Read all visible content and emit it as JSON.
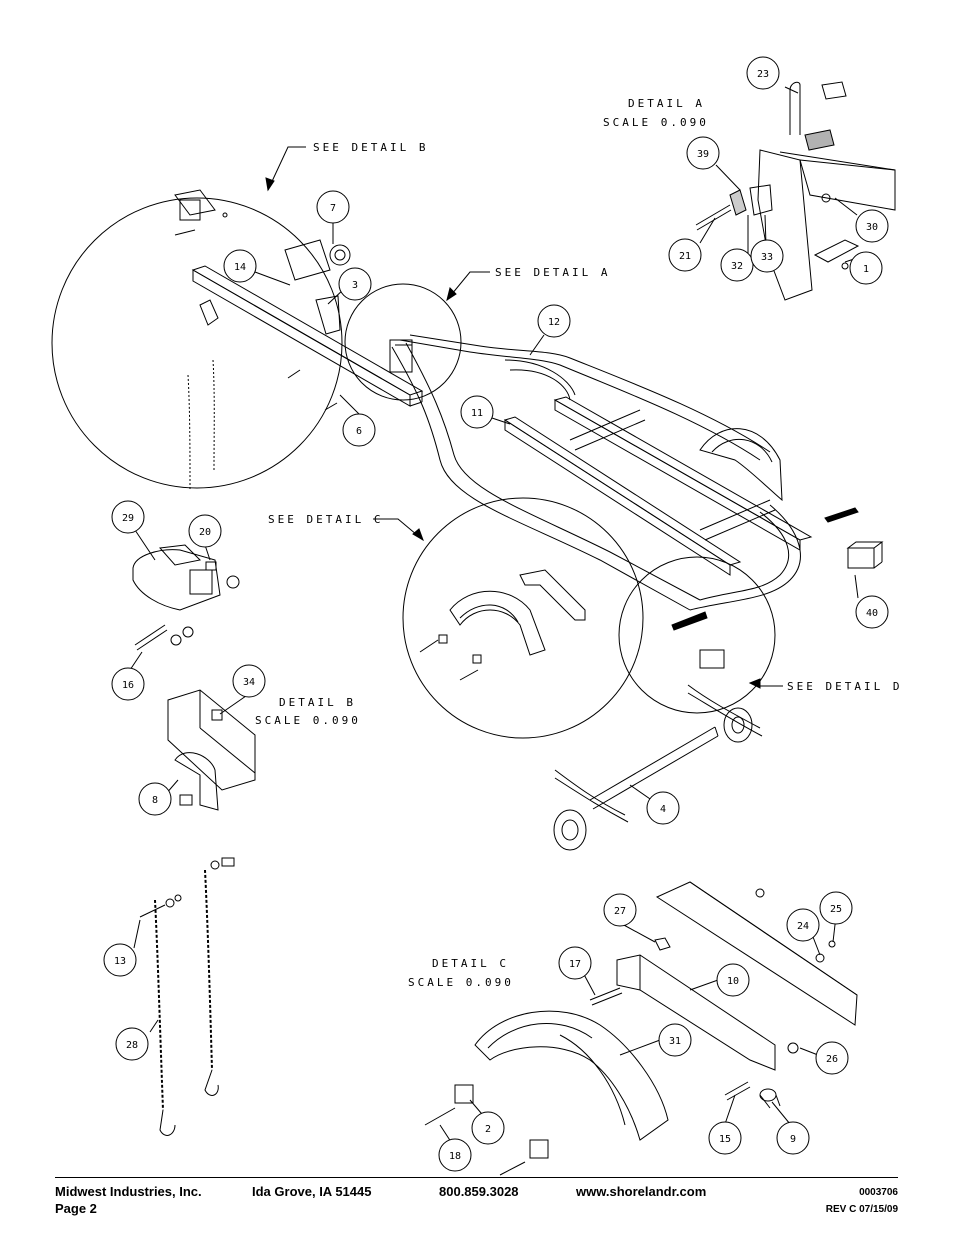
{
  "callouts": {
    "see_detail_a": "SEE DETAIL  A",
    "see_detail_b": "SEE DETAIL  B",
    "see_detail_c": "SEE DETAIL  C",
    "see_detail_d": "SEE DETAIL  D"
  },
  "details": {
    "a": {
      "title": "DETAIL  A",
      "scale": "SCALE  0.090"
    },
    "b": {
      "title": "DETAIL  B",
      "scale": "SCALE  0.090"
    },
    "c": {
      "title": "DETAIL  C",
      "scale": "SCALE  0.090"
    }
  },
  "parts": {
    "p1": "1",
    "p2": "2",
    "p3": "3",
    "p4": "4",
    "p6": "6",
    "p7": "7",
    "p8": "8",
    "p9": "9",
    "p10": "10",
    "p11": "11",
    "p12": "12",
    "p13": "13",
    "p14": "14",
    "p15": "15",
    "p16": "16",
    "p17": "17",
    "p18": "18",
    "p20": "20",
    "p21": "21",
    "p23": "23",
    "p24": "24",
    "p25": "25",
    "p26": "26",
    "p27": "27",
    "p28": "28",
    "p29": "29",
    "p30": "30",
    "p31": "31",
    "p32": "32",
    "p33": "33",
    "p34": "34",
    "p39": "39",
    "p40": "40"
  },
  "footer": {
    "company": "Midwest Industries, Inc.",
    "page": "Page 2",
    "location": "Ida Grove, IA  51445",
    "phone": "800.859.3028",
    "website": "www.shorelandr.com",
    "doc_number": "0003706",
    "revision": "REV C  07/15/09"
  }
}
